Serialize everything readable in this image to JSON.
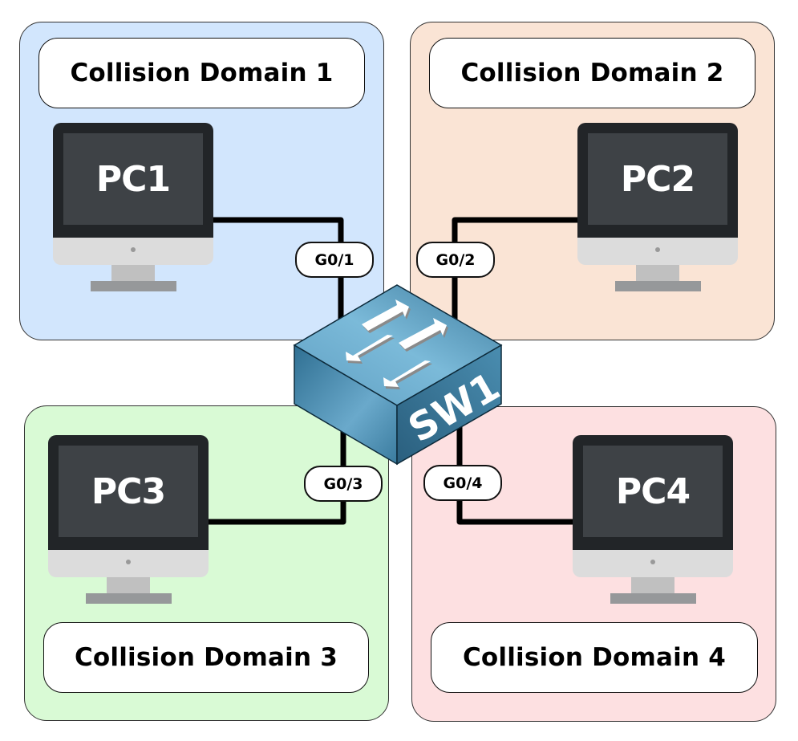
{
  "colors": {
    "domain1": "#d2e6fd",
    "domain2": "#fae4d5",
    "domain3": "#d9fad5",
    "domain4": "#fde0e1",
    "switch_top": "#5e9bbd",
    "switch_side": "#3b7c9e",
    "cable": "#000000"
  },
  "domains": [
    {
      "label": "Collision Domain 1",
      "pc": "PC1",
      "port": "G0/1"
    },
    {
      "label": "Collision Domain 2",
      "pc": "PC2",
      "port": "G0/2"
    },
    {
      "label": "Collision Domain 3",
      "pc": "PC3",
      "port": "G0/3"
    },
    {
      "label": "Collision Domain 4",
      "pc": "PC4",
      "port": "G0/4"
    }
  ],
  "switch": {
    "label": "SW1",
    "icon": "switch-icon"
  }
}
